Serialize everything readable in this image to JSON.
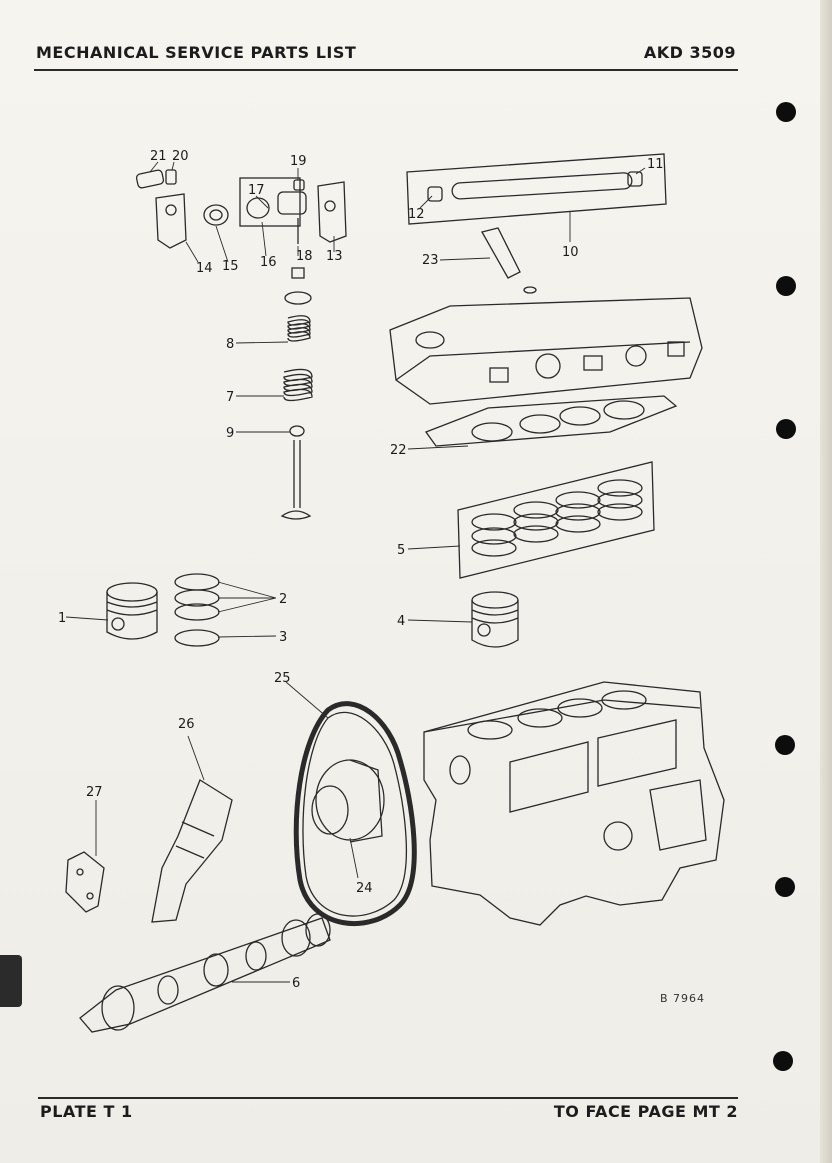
{
  "header": {
    "title": "MECHANICAL SERVICE PARTS LIST",
    "code": "AKD 3509"
  },
  "footer": {
    "plate": "PLATE T 1",
    "face_page": "TO FACE PAGE MT 2"
  },
  "drawing_ref": "B 7964",
  "callouts": {
    "c1": "1",
    "c2": "2",
    "c3": "3",
    "c4": "4",
    "c5": "5",
    "c6": "6",
    "c7": "7",
    "c8": "8",
    "c9": "9",
    "c10": "10",
    "c11": "11",
    "c12": "12",
    "c13": "13",
    "c14": "14",
    "c15": "15",
    "c16": "16",
    "c17": "17",
    "c18": "18",
    "c19": "19",
    "c20": "20",
    "c21": "21",
    "c22": "22",
    "c23": "23",
    "c24": "24",
    "c25": "25",
    "c26": "26",
    "c27": "27"
  }
}
